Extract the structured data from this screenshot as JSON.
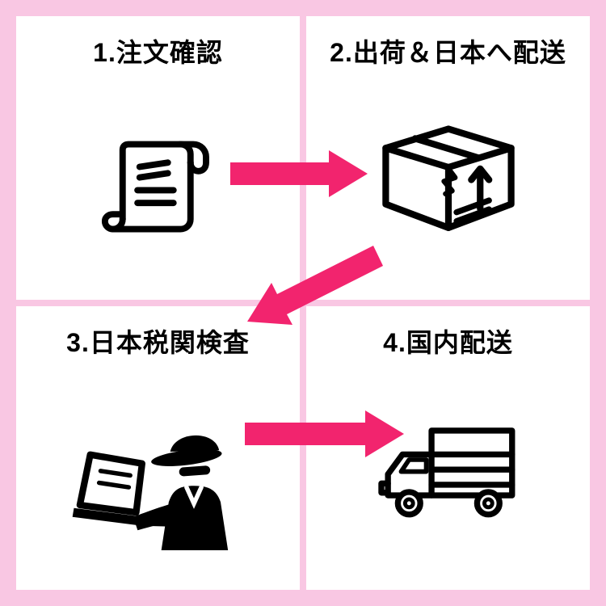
{
  "diagram": {
    "colors": {
      "background": "#f9c7e3",
      "panel": "#ffffff",
      "arrow": "#f2246e",
      "line": "#000000"
    },
    "steps": [
      {
        "number": "1",
        "label": "注文確認",
        "full_label": "1.注文確認",
        "icon": "scroll-document-icon"
      },
      {
        "number": "2",
        "label": "出荷＆日本へ配送",
        "full_label": "2.出荷＆日本へ配送",
        "icon": "shipping-box-icon"
      },
      {
        "number": "3",
        "label": "日本税関検査",
        "full_label": "3.日本税関検査",
        "icon": "customs-officer-icon"
      },
      {
        "number": "4",
        "label": "国内配送",
        "full_label": "4.国内配送",
        "icon": "delivery-truck-icon"
      }
    ],
    "arrows": [
      {
        "name": "arrow-step1-to-step2",
        "direction": "right"
      },
      {
        "name": "arrow-step2-to-step3",
        "direction": "down-left"
      },
      {
        "name": "arrow-step3-to-step4",
        "direction": "right"
      }
    ]
  }
}
